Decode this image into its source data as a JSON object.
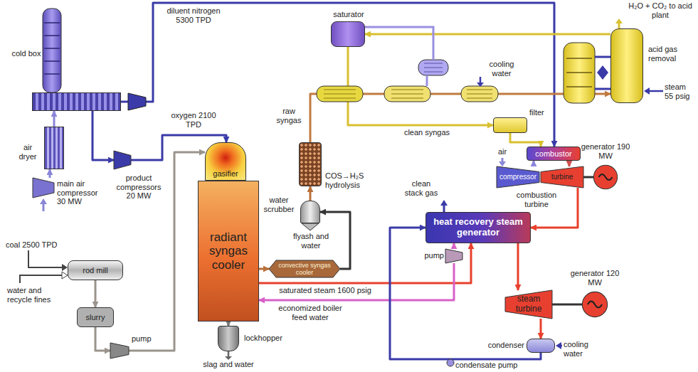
{
  "diagram": {
    "nodes": [
      {
        "text": [
          "cold box"
        ]
      },
      {
        "text": [
          "air dryer"
        ]
      },
      {
        "text": [
          "main air compressor 30 MW"
        ]
      },
      {
        "text": [
          "product compressors 20 MW"
        ]
      },
      {
        "text": [
          "saturator"
        ]
      },
      {
        "text": [
          "gasifier"
        ]
      },
      {
        "text": [
          "radiant syngas cooler"
        ]
      },
      {
        "text": [
          "lockhopper"
        ]
      },
      {
        "text": [
          "convective syngas cooler"
        ]
      },
      {
        "text": [
          "water scrubber"
        ]
      },
      {
        "text": [
          "COS→H₂S hydrolysis"
        ]
      },
      {
        "text": [
          "acid gas removal"
        ]
      },
      {
        "text": [
          "filter"
        ]
      },
      {
        "text": [
          "combustor"
        ]
      },
      {
        "text": [
          "compressor"
        ]
      },
      {
        "text": [
          "turbine"
        ]
      },
      {
        "text": [
          "generator 190 MW"
        ]
      },
      {
        "text": [
          "heat recovery steam generator"
        ]
      },
      {
        "text": [
          "pump"
        ]
      },
      {
        "text": [
          "steam turbine"
        ]
      },
      {
        "text": [
          "generator 120 MW"
        ]
      },
      {
        "text": [
          "condenser"
        ]
      },
      {
        "text": [
          "rod mill"
        ]
      },
      {
        "text": [
          "slurry"
        ]
      },
      {
        "text": [
          "pump"
        ]
      }
    ],
    "edges": [
      {
        "from": 1,
        "to": 0,
        "arrow": "to"
      },
      {
        "from": 2,
        "to": 1,
        "arrow": "to"
      },
      {
        "from": 0,
        "to": 3,
        "arrow": "to"
      },
      {
        "from": 0,
        "to": 13,
        "arrow": "to",
        "label": "diluent nitrogen 5300 TPD"
      },
      {
        "from": 3,
        "to": 5,
        "arrow": "to",
        "label": "oxygen 2100 TPD"
      },
      {
        "from": 22,
        "to": 23,
        "arrow": "to"
      },
      {
        "from": 23,
        "to": 24,
        "arrow": "to"
      },
      {
        "from": 24,
        "to": 5,
        "arrow": "to"
      },
      {
        "from": 6,
        "to": 7,
        "arrow": "to"
      },
      {
        "from": 6,
        "to": 8,
        "arrow": "to"
      },
      {
        "from": 8,
        "to": 9,
        "arrow": "to"
      },
      {
        "from": 9,
        "to": 10,
        "arrow": "to"
      },
      {
        "from": 10,
        "to": 11,
        "arrow": "to",
        "label": "raw syngas"
      },
      {
        "from": 11,
        "to": 4,
        "arrow": "to"
      },
      {
        "from": 4,
        "to": 12,
        "arrow": "to",
        "label": "clean syngas"
      },
      {
        "from": 12,
        "to": 13,
        "arrow": "to"
      },
      {
        "from": 14,
        "to": 13,
        "arrow": "to"
      },
      {
        "from": 13,
        "to": 15,
        "arrow": "to"
      },
      {
        "from": 15,
        "to": 16,
        "arrow": "none"
      },
      {
        "from": 15,
        "to": 17,
        "arrow": "to"
      },
      {
        "from": 6,
        "to": 17,
        "arrow": "to",
        "label": "saturated steam 1600 psig"
      },
      {
        "from": 18,
        "to": 17,
        "arrow": "to"
      },
      {
        "from": 18,
        "to": 6,
        "arrow": "to",
        "label": "economized boiler feed water"
      },
      {
        "from": 17,
        "to": 19,
        "arrow": "to"
      },
      {
        "from": 19,
        "to": 20,
        "arrow": "none"
      },
      {
        "from": 19,
        "to": 21,
        "arrow": "to"
      },
      {
        "from": 21,
        "to": 17,
        "arrow": "to"
      }
    ],
    "labels": [
      "coal 2500 TPD",
      "water and recycle fines",
      "slag and water",
      "flyash and water",
      "cooling water",
      "H₂O + CO₂ to acid plant",
      "steam 55 psig",
      "air",
      "combustion turbine",
      "clean stack gas",
      "condensate pump",
      "cooling water"
    ]
  }
}
